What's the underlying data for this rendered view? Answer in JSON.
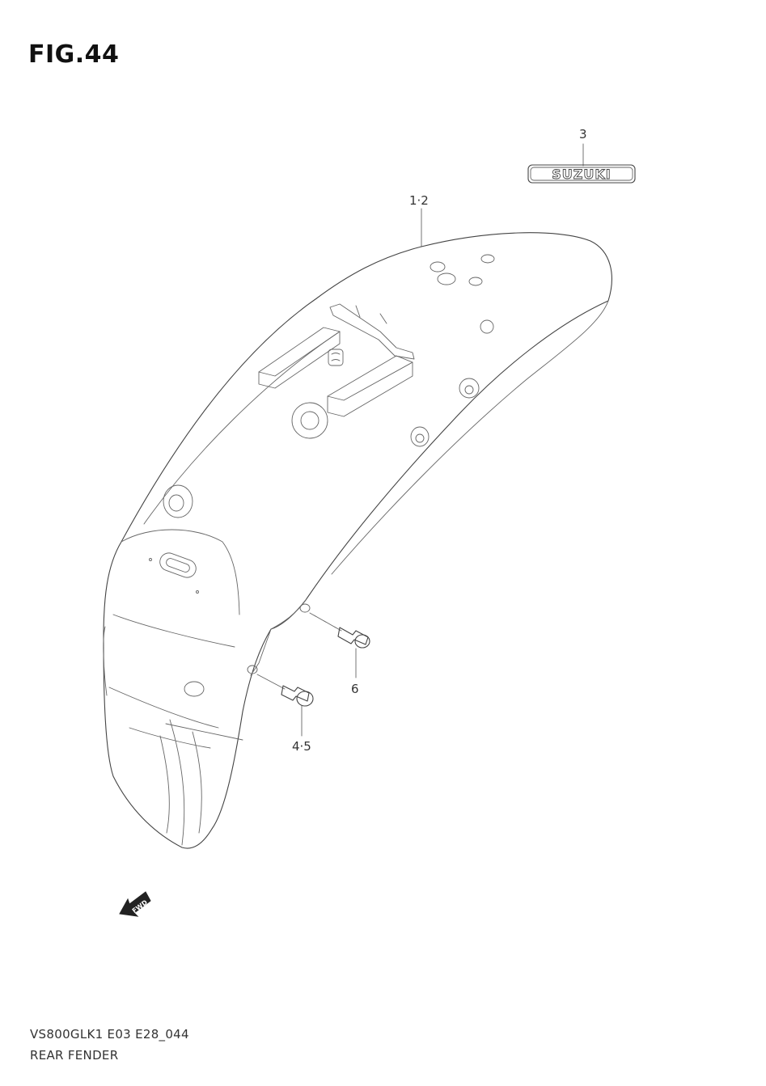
{
  "figure": {
    "title": "FIG.44",
    "callouts": {
      "emblem": "3",
      "fender": "1·2",
      "bolt_upper": "6",
      "bolt_lower": "4·5"
    },
    "emblem_text": "SUZUKI",
    "fwd_text": "FWD",
    "model_code": "VS800GLK1 E03 E28_044",
    "section_name": "REAR FENDER"
  }
}
